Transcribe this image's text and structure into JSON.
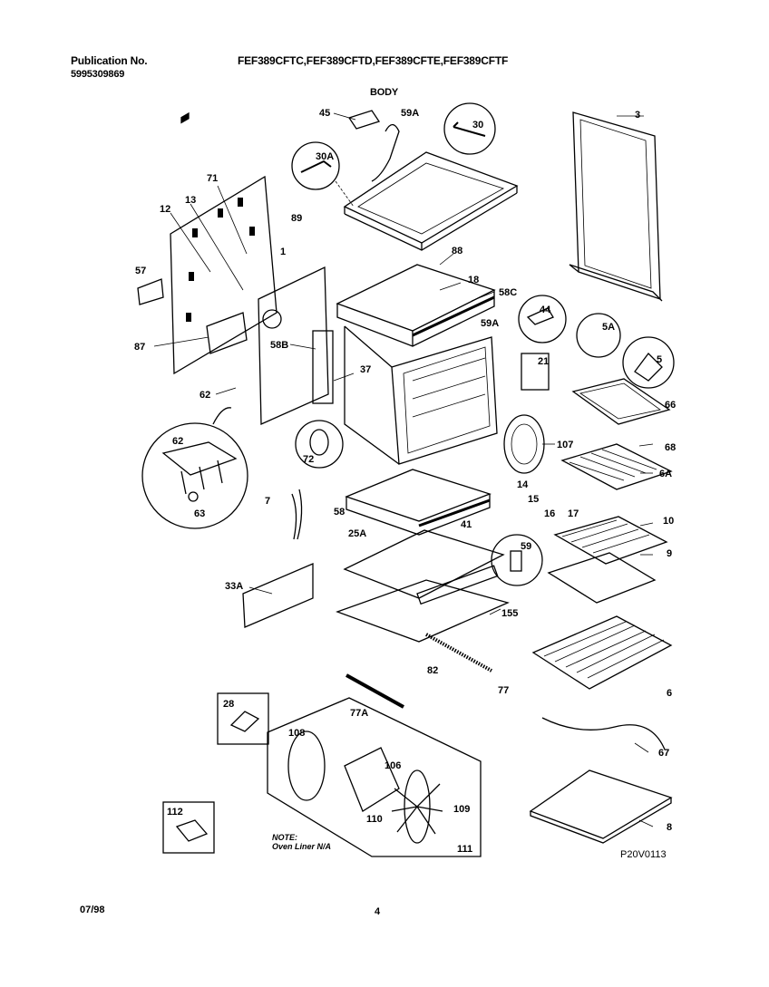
{
  "header": {
    "publication_label": "Publication No.",
    "publication_number": "5995309869",
    "models": "FEF389CFTC,FEF389CFTD,FEF389CFTE,FEF389CFTF",
    "section_title": "BODY"
  },
  "footer": {
    "date": "07/98",
    "page_number": "4",
    "drawing_id": "P20V0113"
  },
  "note": {
    "title": "NOTE:",
    "text": "Oven Liner N/A"
  },
  "callouts": {
    "c45": "45",
    "c59A_top": "59A",
    "c30": "30",
    "c30A": "30A",
    "c3": "3",
    "c71": "71",
    "c12": "12",
    "c13": "13",
    "c89": "89",
    "c1": "1",
    "c88": "88",
    "c18": "18",
    "c58C": "58C",
    "c57": "57",
    "c87": "87",
    "c58B": "58B",
    "c59A_mid": "59A",
    "c44": "44",
    "c5A": "5A",
    "c21": "21",
    "c5": "5",
    "c37": "37",
    "c62_top": "62",
    "c66": "66",
    "c68": "68",
    "c62_detail": "62",
    "c63": "63",
    "c72": "72",
    "c107": "107",
    "c6A": "6A",
    "c14": "14",
    "c15": "15",
    "c16": "16",
    "c17": "17",
    "c7": "7",
    "c58": "58",
    "c41": "41",
    "c10": "10",
    "c25A": "25A",
    "c59": "59",
    "c9": "9",
    "c33A": "33A",
    "c155": "155",
    "c82": "82",
    "c77": "77",
    "c6": "6",
    "c28": "28",
    "c77A": "77A",
    "c108": "108",
    "c106": "106",
    "c67": "67",
    "c109": "109",
    "c110": "110",
    "c111": "111",
    "c112": "112",
    "c8": "8"
  }
}
